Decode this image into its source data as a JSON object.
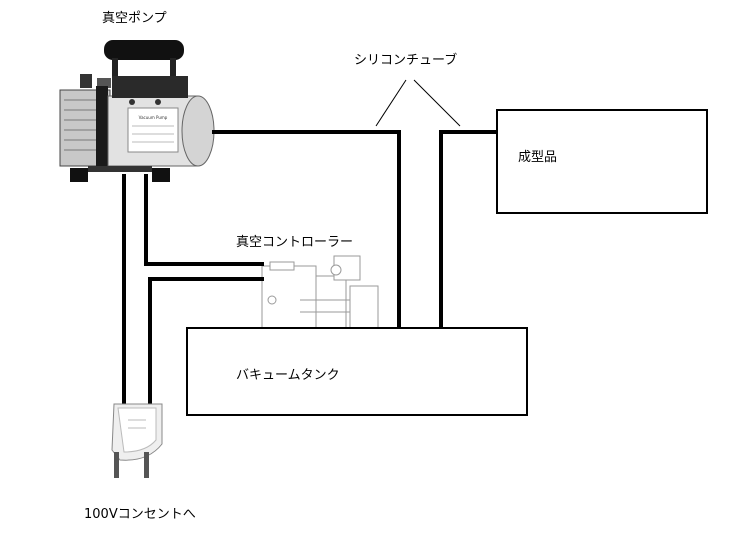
{
  "labels": {
    "vacuum_pump": "真空ポンプ",
    "silicone_tube": "シリコンチューブ",
    "molded_product": "成型品",
    "vacuum_controller": "真空コントローラー",
    "vacuum_tank": "バキュームタンク",
    "outlet": "100Vコンセントへ"
  },
  "pump_nameplate": "Vacuum Pump",
  "colors": {
    "line": "#000000",
    "pump_body": "#c8c8c8",
    "pump_motor": "#e2e2e2",
    "pump_dark": "#1a1a1a",
    "controller_line": "#9a9a9a",
    "plug": "#efefef"
  }
}
